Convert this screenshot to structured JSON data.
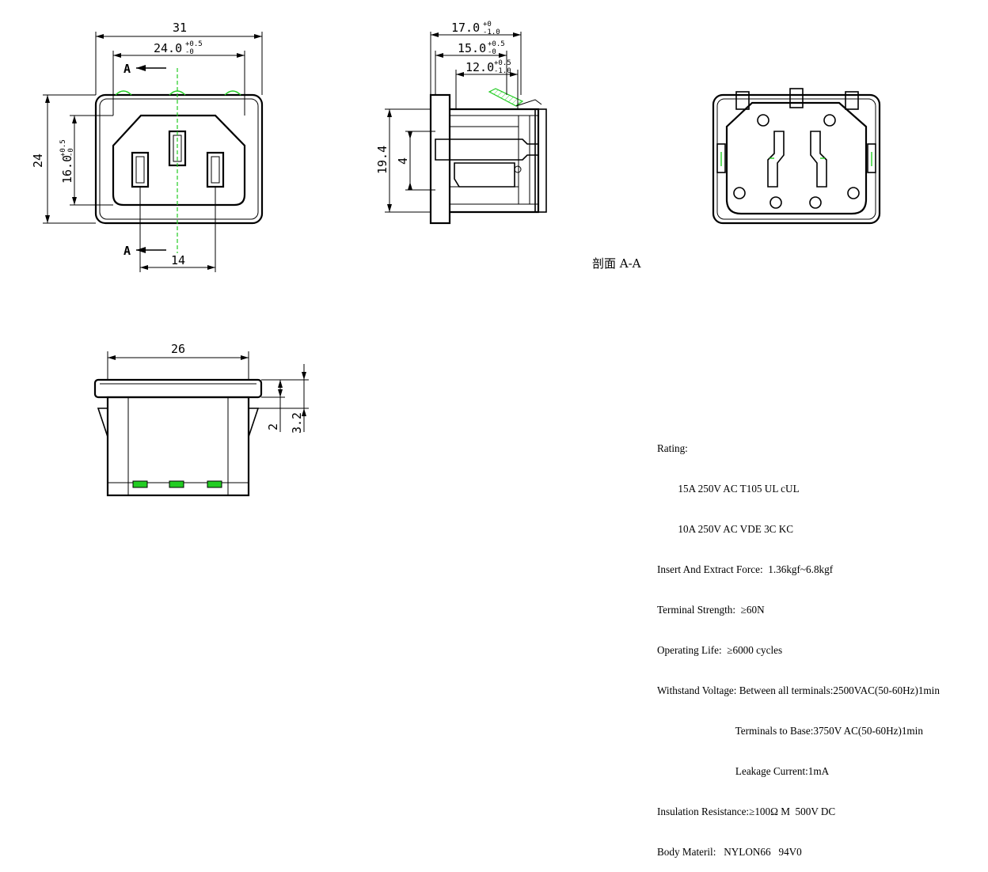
{
  "front_view": {
    "dim_overall_width": "31",
    "dim_opening_width": "24.0",
    "dim_opening_width_tol_upper": "+0.5",
    "dim_opening_width_tol_lower": "-0",
    "dim_overall_height": "24",
    "dim_opening_height": "16.0",
    "dim_opening_height_tol_upper": "+0.5",
    "dim_opening_height_tol_lower": "-0",
    "dim_pin_spacing": "14",
    "section_marker_top": "A",
    "section_marker_bottom": "A"
  },
  "side_section": {
    "dim_depth_1": "17.0",
    "dim_depth_1_tol_upper": "+0",
    "dim_depth_1_tol_lower": "-1.0",
    "dim_depth_2": "15.0",
    "dim_depth_2_tol_upper": "+0.5",
    "dim_depth_2_tol_lower": "-0",
    "dim_depth_3": "12.0",
    "dim_depth_3_tol_upper": "+0.5",
    "dim_depth_3_tol_lower": "-1.0",
    "dim_body_height": "19.4",
    "dim_pin_height": "4"
  },
  "section_caption": "剖面 A-A",
  "bottom_view": {
    "dim_width": "26",
    "dim_flange": "2",
    "dim_flange_total": "3.2"
  },
  "specs": [
    "Rating:",
    "        15A 250V AC T105 UL cUL",
    "        10A 250V AC VDE 3C KC",
    "Insert And Extract Force:  1.36kgf~6.8kgf",
    "Terminal Strength:  ≥60N",
    "Operating Life:  ≥6000 cycles",
    "Withstand Voltage: Between all terminals:2500VAC(50-60Hz)1min",
    "                              Terminals to Base:3750V AC(50-60Hz)1min",
    "                              Leakage Current:1mA",
    "Insulation Resistance:≥100Ω M  500V DC",
    "Body Materil:   NYLON66   94V0"
  ],
  "colors": {
    "line": "#000000",
    "terminal_highlight": "#22cc22",
    "background": "#ffffff"
  }
}
